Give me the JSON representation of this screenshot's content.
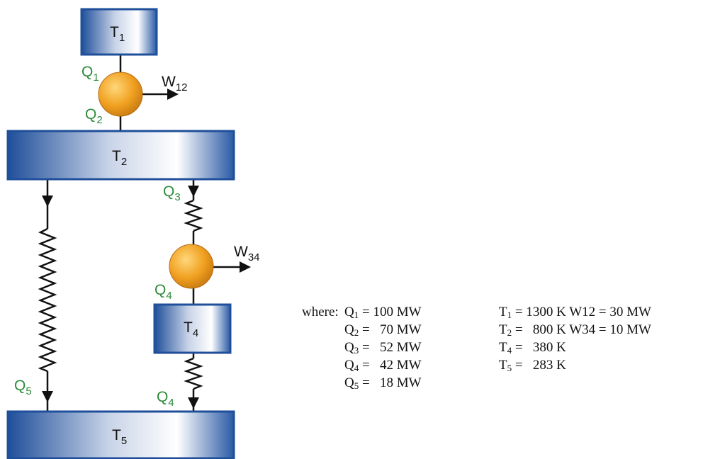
{
  "reservoirs": [
    {
      "id": "T1",
      "base": "T",
      "sub": "1"
    },
    {
      "id": "T2",
      "base": "T",
      "sub": "2"
    },
    {
      "id": "T4",
      "base": "T",
      "sub": "4"
    },
    {
      "id": "T5",
      "base": "T",
      "sub": "5"
    }
  ],
  "flow_labels": {
    "q1": {
      "base": "Q",
      "sub": "1"
    },
    "q2": {
      "base": "Q",
      "sub": "2"
    },
    "q3": {
      "base": "Q",
      "sub": "3"
    },
    "q4_upper": {
      "base": "Q",
      "sub": "4"
    },
    "q4_lower": {
      "base": "Q",
      "sub": "4"
    },
    "q5": {
      "base": "Q",
      "sub": "5"
    }
  },
  "work_labels": {
    "w12": {
      "base": "W",
      "sub": "12"
    },
    "w34": {
      "base": "W",
      "sub": "34"
    }
  },
  "legend": {
    "where": "where:",
    "q_values": [
      {
        "base": "Q",
        "sub": "1",
        "eq": " = 100 MW"
      },
      {
        "base": "Q",
        "sub": "2",
        "eq": " =   70 MW"
      },
      {
        "base": "Q",
        "sub": "3",
        "eq": " =   52 MW"
      },
      {
        "base": "Q",
        "sub": "4",
        "eq": " =   42 MW"
      },
      {
        "base": "Q",
        "sub": "5",
        "eq": " =   18 MW"
      }
    ],
    "t_values": [
      {
        "base": "T",
        "sub": "1",
        "eq": " = 1300 K W12 = 30 MW"
      },
      {
        "base": "T",
        "sub": "2",
        "eq": " =   800 K W34 = 10 MW"
      },
      {
        "base": "T",
        "sub": "4",
        "eq": " =   380 K"
      },
      {
        "base": "T",
        "sub": "5",
        "eq": " =   283 K"
      }
    ]
  },
  "colors": {
    "reservoir_dark": "#1f4f9a",
    "reservoir_light": "#ffffff",
    "engine_fill": "#f0a020",
    "flow_label": "#2e8b3a"
  }
}
